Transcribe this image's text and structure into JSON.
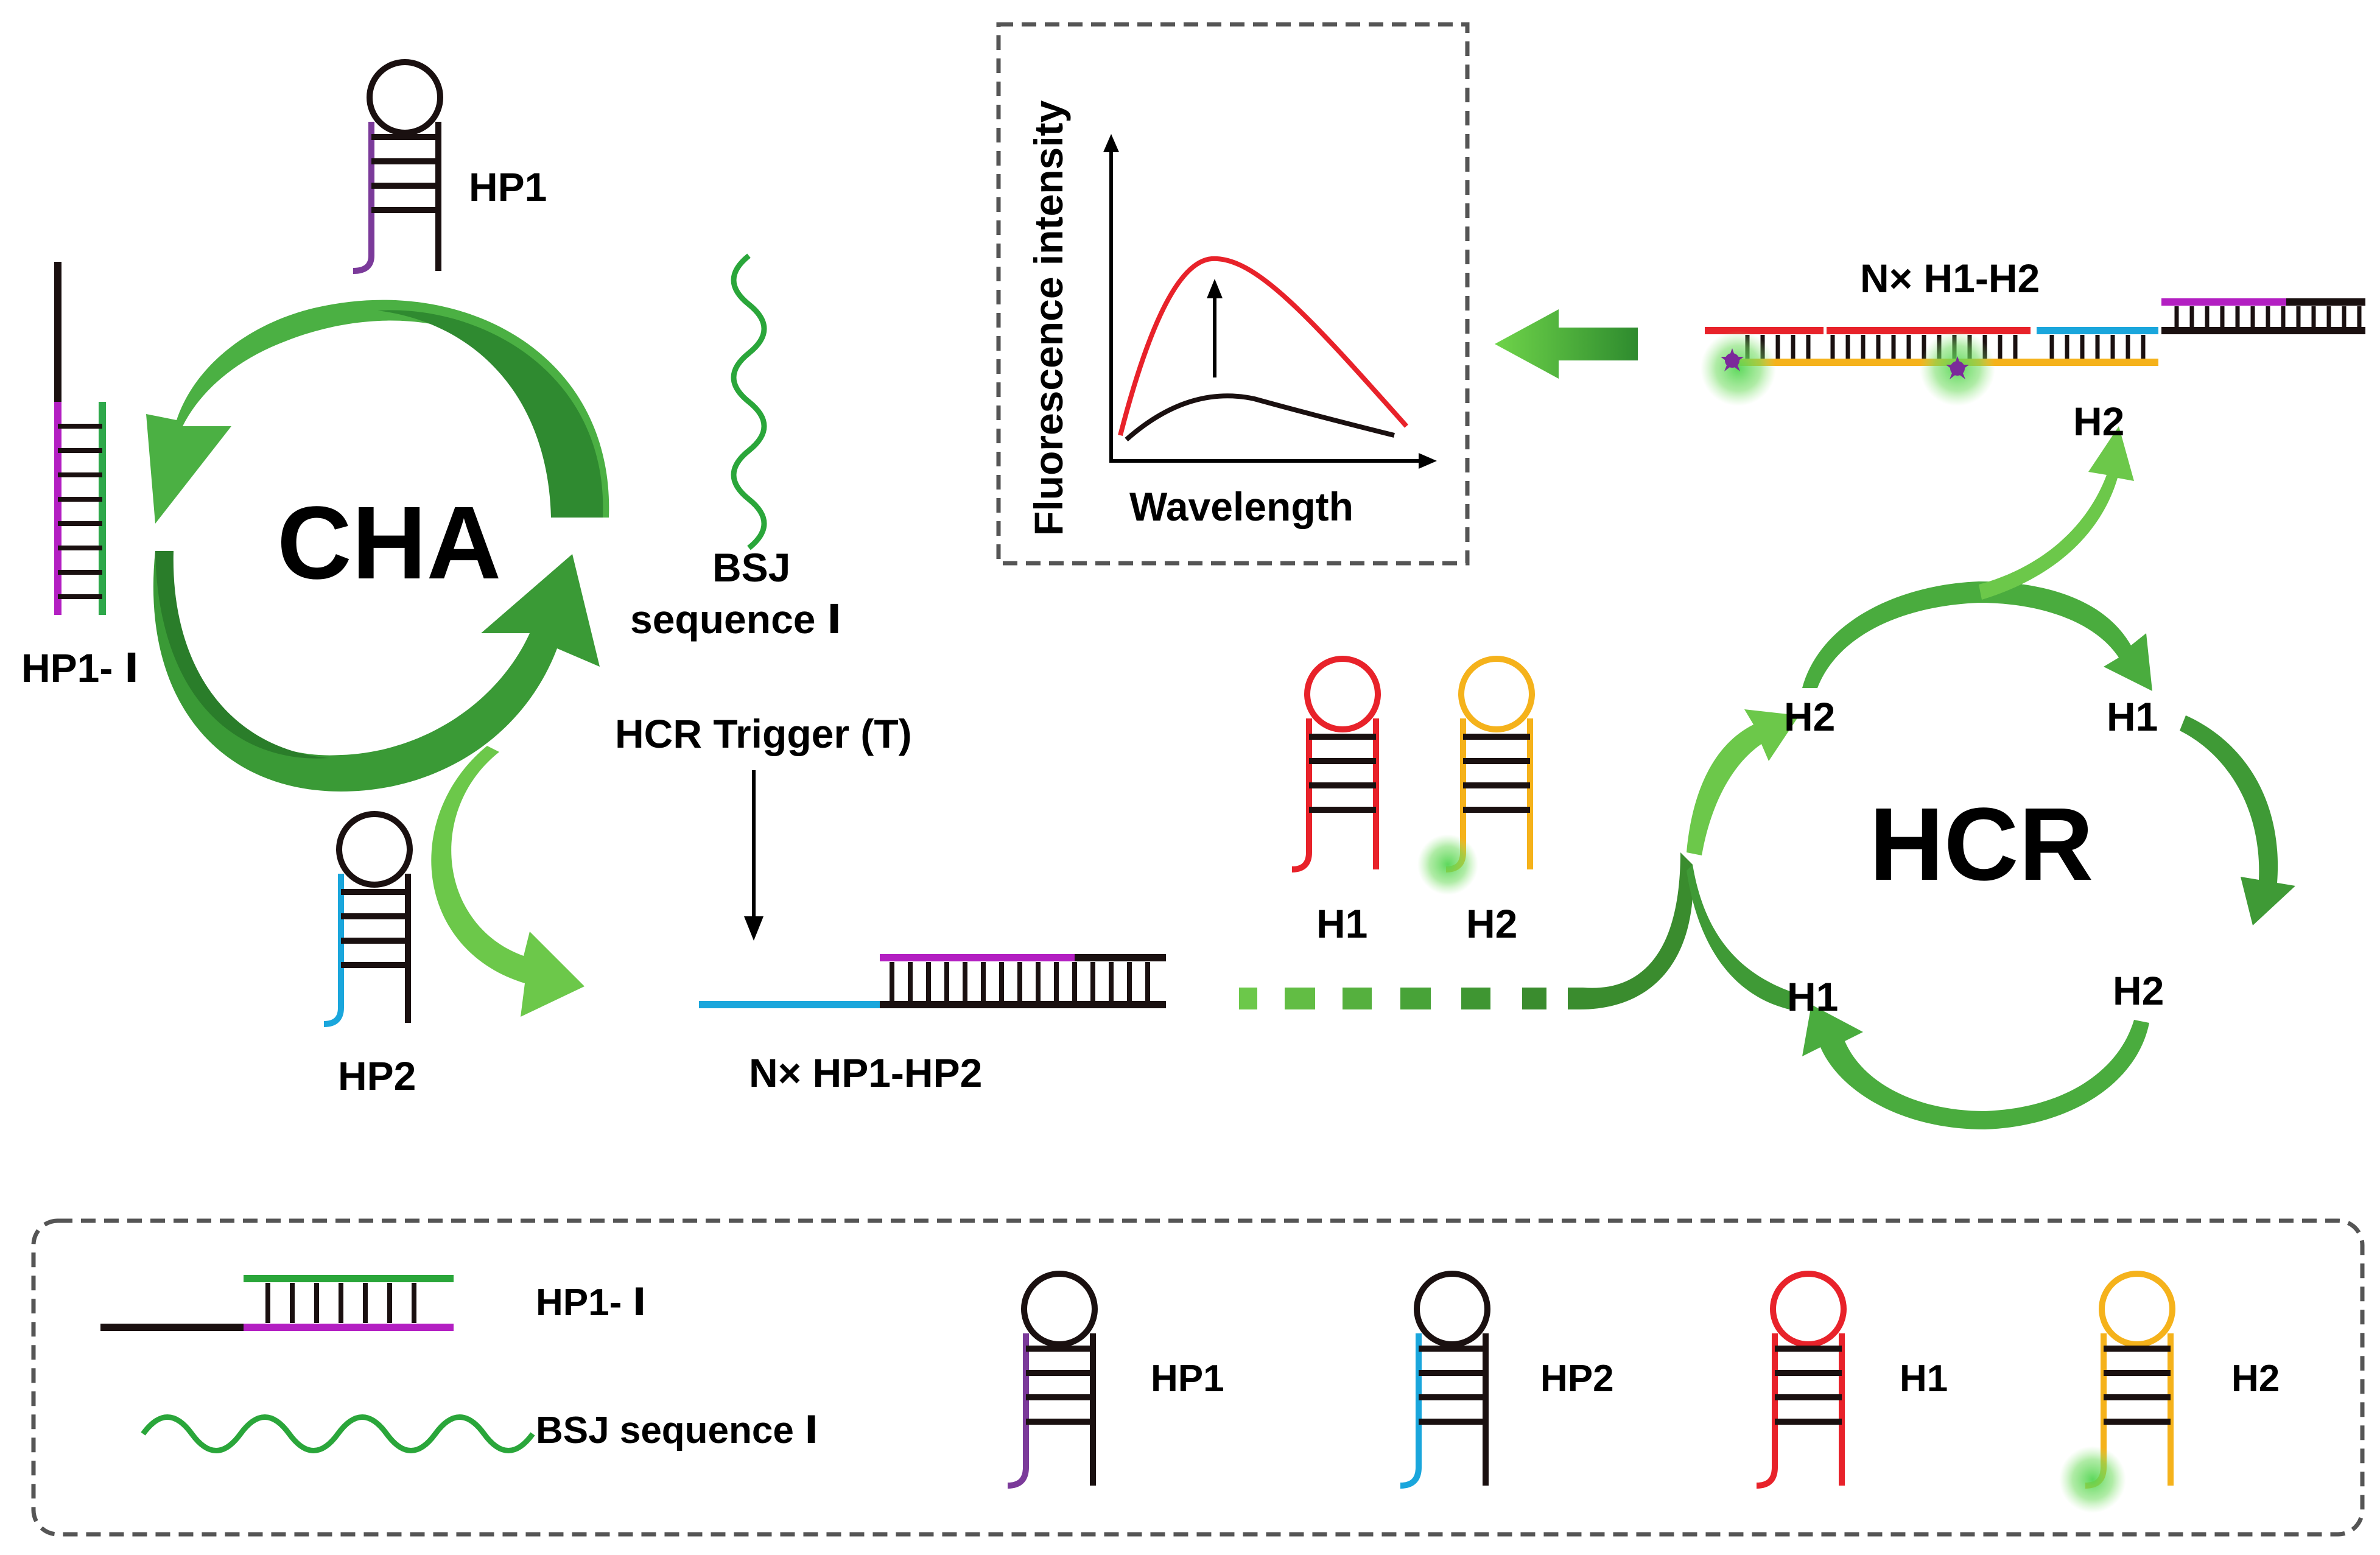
{
  "labels": {
    "hp1": "HP1",
    "hp1_i": "HP1- Ⅰ",
    "cha": "CHA",
    "bsj": "BSJ",
    "bsj_sequence": "sequence Ⅰ",
    "hcr_trigger": "HCR Trigger (T)",
    "hp2": "HP2",
    "n_hp1_hp2": "N× HP1-HP2",
    "h1_top": "H1",
    "h2_top": "H2",
    "hcr": "HCR",
    "cycle_h2_tl": "H2",
    "cycle_h1_tr": "H1",
    "cycle_h1_bl": "H1",
    "cycle_h2_br": "H2",
    "n_h1_h2": "N× H1-H2",
    "h2_product": "H2"
  },
  "inset_chart": {
    "ylabel": "Fluorescence intensity",
    "xlabel": "Wavelength"
  },
  "legend": {
    "hp1_i": "HP1- Ⅰ",
    "bsj_sequence": "BSJ sequence Ⅰ",
    "hp1": "HP1",
    "hp2": "HP2",
    "h1": "H1",
    "h2": "H2"
  },
  "colors": {
    "black": "#1a1010",
    "purple": "#7b3a9a",
    "magenta": "#b31fc2",
    "blue": "#1aa6dc",
    "red": "#e8222a",
    "yellow": "#f5b21b",
    "green": "#3aa63a",
    "green_dark": "#2e8b2e",
    "green_light": "#6fd44a",
    "fluor_glow": "#55d655",
    "dashed_box": "#555555"
  }
}
